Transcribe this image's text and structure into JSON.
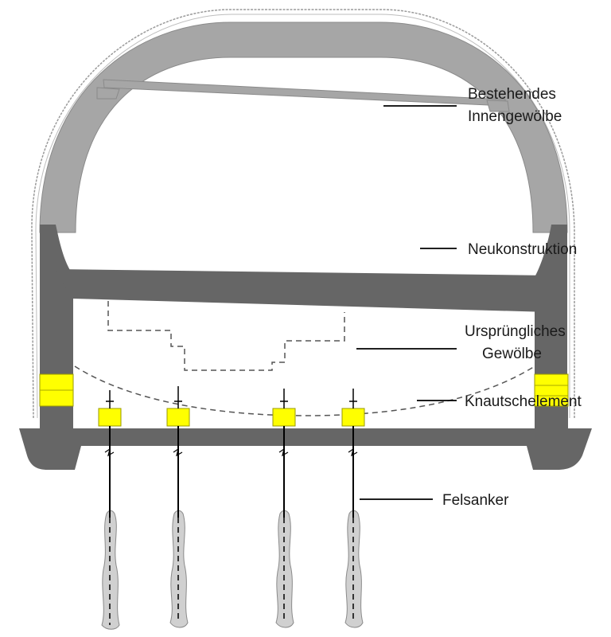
{
  "labels": {
    "existing_inner_vault_line1": "Bestehendes",
    "existing_inner_vault_line2": "Innengewölbe",
    "new_construction": "Neukonstruktion",
    "original_vault_line1": "Ursprüngliches",
    "original_vault_line2": "Gewölbe",
    "crumple_element": "Knautschelement",
    "rock_anchor": "Felsanker"
  },
  "colors": {
    "rock_outline": "#9a9a9a",
    "existing_vault": "#a6a6a6",
    "new_construction": "#666666",
    "crumple_element": "#ffff00",
    "anchor_grout": "#d0d0d0",
    "leader_line": "#000000"
  }
}
